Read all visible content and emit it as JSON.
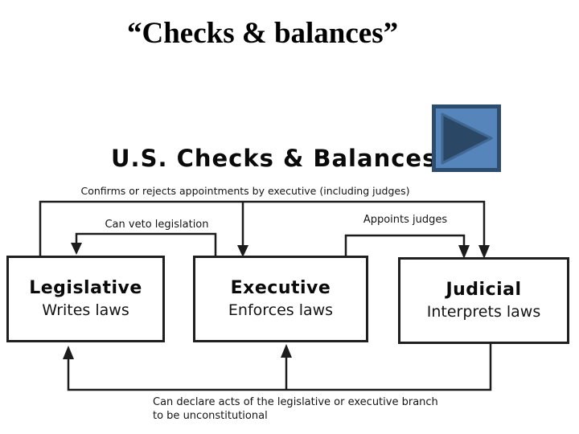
{
  "slide": {
    "title": "“Checks & balances”"
  },
  "diagram": {
    "title": "U.S. Checks & Balances",
    "nav_button": {
      "icon": "play-triangle",
      "fill_color": "#5685bb",
      "border_color": "#2e4d6e",
      "triangle_color": "#2a4866",
      "triangle_edge_color": "#416892"
    },
    "labels": {
      "confirms": "Confirms or rejects appointments by executive (including judges)",
      "veto": "Can veto legislation",
      "appoints": "Appoints judges",
      "declare_line1": "Can declare acts of the legislative or executive branch",
      "declare_line2": "to be unconstitutional"
    },
    "boxes": [
      {
        "title": "Legislative",
        "subtitle": "Writes laws"
      },
      {
        "title": "Executive",
        "subtitle": "Enforces laws"
      },
      {
        "title": "Judicial",
        "subtitle": "Interprets laws"
      }
    ],
    "line_color": "#1c1c1c"
  }
}
